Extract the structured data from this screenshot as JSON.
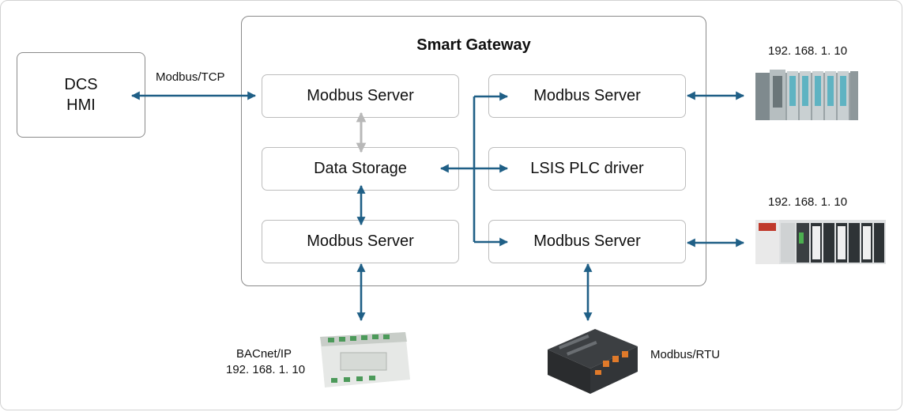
{
  "gateway": {
    "title": "Smart Gateway",
    "left": [
      {
        "label": "Modbus Server"
      },
      {
        "label": "Data Storage"
      },
      {
        "label": "Modbus Server"
      }
    ],
    "right": [
      {
        "label": "Modbus Server"
      },
      {
        "label": "LSIS PLC driver"
      },
      {
        "label": "Modbus Server"
      }
    ]
  },
  "dcs": {
    "line1": "DCS",
    "line2": "HMI"
  },
  "links": {
    "modbus_tcp": "Modbus/TCP",
    "plc_top_ip": "192. 168. 1. 10",
    "plc_mid_ip": "192. 168. 1. 10",
    "bacnet_proto": "BACnet/IP",
    "bacnet_ip": "192. 168. 1. 10",
    "modbus_rtu": "Modbus/RTU"
  },
  "colors": {
    "arrow": "#1f5f86",
    "arrow_gray": "#b8b8b8",
    "box_border": "#bdbdbd",
    "frame_border": "#8a8a8a"
  },
  "icons": {
    "plc_top": "siemens-plc-rack-image",
    "plc_mid": "ls-plc-rack-image",
    "bacnet": "bacnet-controller-image",
    "rtu": "modbus-rtu-module-image"
  }
}
